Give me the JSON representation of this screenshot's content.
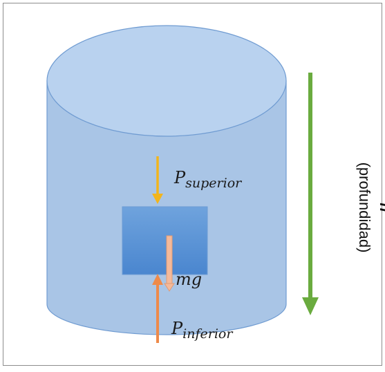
{
  "diagram": {
    "labels": {
      "p_superior_base": "P",
      "p_superior_sub": "superior",
      "weight": "mg",
      "p_inferior_base": "P",
      "p_inferior_sub": "inferior",
      "depth_symbol": "h",
      "depth_text": "(profundidad)"
    },
    "colors": {
      "liquid_body": "#a9c5e6",
      "liquid_top": "#b9d2ef",
      "outline": "#6f9bd1",
      "block": "#5c95d6",
      "arrow_superior": "#f2b51c",
      "arrow_weight": "#f4b99a",
      "arrow_inferior": "#ee8a4a",
      "depth_arrow": "#6aab3f"
    },
    "icons": {
      "container": "cylinder-icon",
      "object": "submerged-block-icon"
    }
  }
}
